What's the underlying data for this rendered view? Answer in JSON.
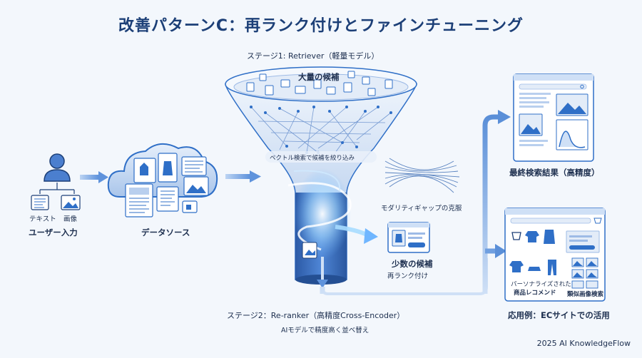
{
  "title": "改善パターンC：再ランク付けとファインチューニング",
  "inputs": {
    "label_text": "テキスト",
    "label_image": "画像",
    "user_input": "ユーザー入力"
  },
  "datasource": {
    "label": "データソース"
  },
  "retriever": {
    "stage_label": "ステージ1: Retriever（軽量モデル）",
    "candidates": "大量の候補",
    "narrowing": "ベクトル検索で候補を絞り込み"
  },
  "modality": {
    "label": "モダリティギャップの克服"
  },
  "few": {
    "title": "少数の候補",
    "sub": "再ランク付け"
  },
  "reranker": {
    "stage_label": "ステージ2：Re-ranker（高精度Cross-Encoder）",
    "sub": "AIモデルで精度高く並べ替え"
  },
  "final": {
    "label": "最終検索結果（高精度）"
  },
  "ec": {
    "label": "応用例：ECサイトでの活用",
    "recommend_line1": "パーソナライズされた",
    "recommend_line2": "商品レコメンド",
    "similar_search": "類似画像検索"
  },
  "footer": "2025 AI KnowledgeFlow",
  "colors": {
    "primary": "#2f6fc7",
    "dark_navy": "#1c3f77",
    "light_blue": "#cfe0f6",
    "glow": "#9fd3ff"
  }
}
